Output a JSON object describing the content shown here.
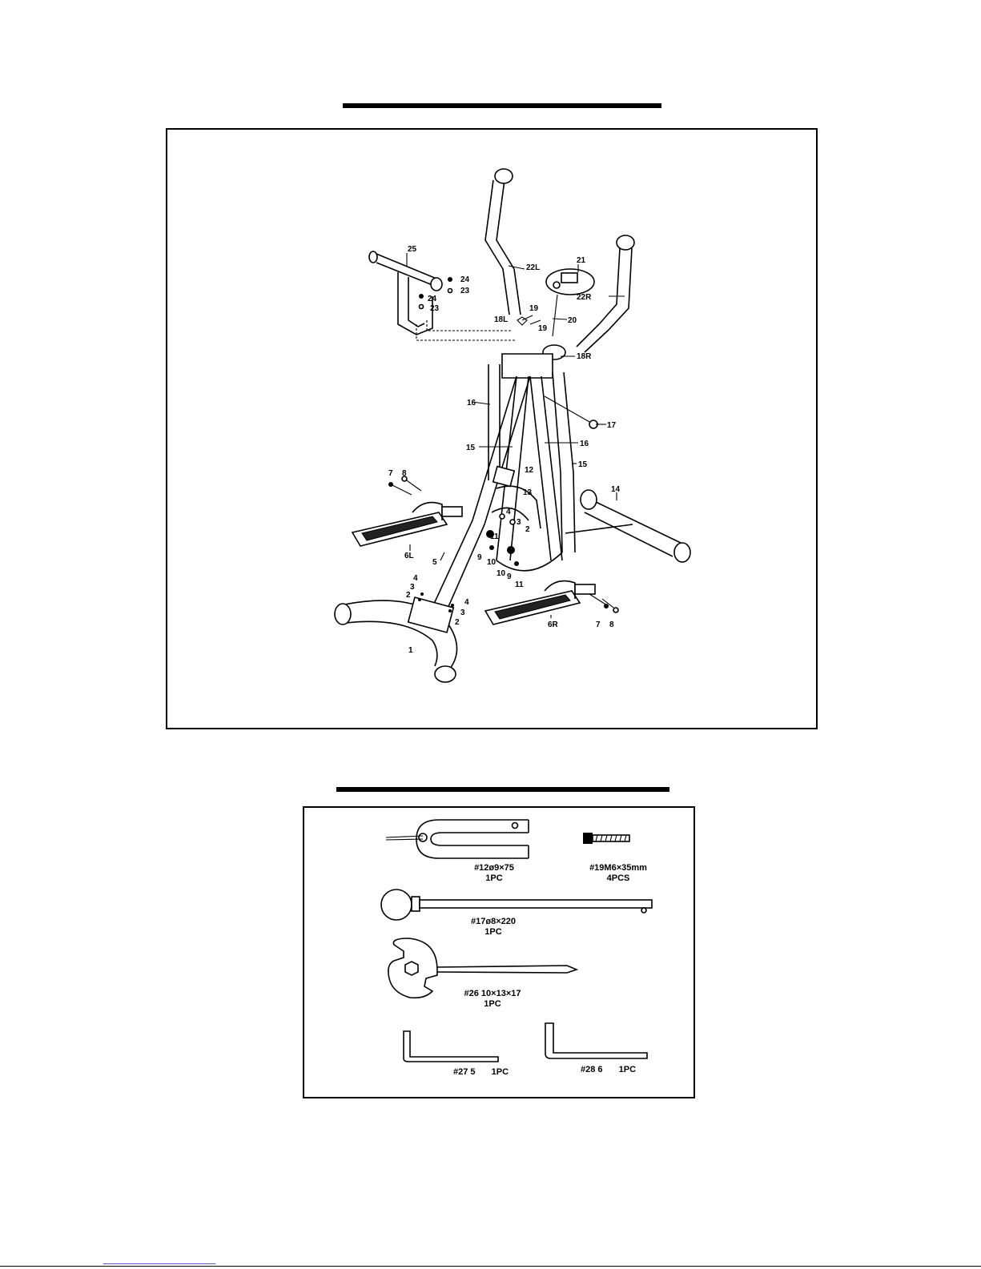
{
  "exploded_view": {
    "callouts": {
      "p1": "1",
      "p2a": "2",
      "p2b": "2",
      "p2c": "2",
      "p3a": "3",
      "p3b": "3",
      "p3c": "3",
      "p4a": "4",
      "p4b": "4",
      "p4c": "4",
      "p5": "5",
      "p6L": "6L",
      "p6R": "6R",
      "p7a": "7",
      "p7b": "7",
      "p8a": "8",
      "p8b": "8",
      "p9a": "9",
      "p9b": "9",
      "p10a": "10",
      "p10b": "10",
      "p11a": "11",
      "p11b": "11",
      "p12": "12",
      "p13": "13",
      "p14": "14",
      "p15a": "15",
      "p15b": "15",
      "p16a": "16",
      "p16b": "16",
      "p17": "17",
      "p18L": "18L",
      "p18R": "18R",
      "p19a": "19",
      "p19b": "19",
      "p20": "20",
      "p21": "21",
      "p22L": "22L",
      "p22R": "22R",
      "p23a": "23",
      "p23b": "23",
      "p24a": "24",
      "p24b": "24",
      "p25": "25"
    }
  },
  "hardware": {
    "items": [
      {
        "id": "h12",
        "spec": "#12ø9×75",
        "qty": "1PC"
      },
      {
        "id": "h19",
        "spec": "#19M6×35mm",
        "qty": "4PCS"
      },
      {
        "id": "h17",
        "spec": "#17ø8×220",
        "qty": "1PC"
      },
      {
        "id": "h26",
        "spec": "#26 10×13×17",
        "qty": "1PC"
      },
      {
        "id": "h27",
        "spec": "#27 5",
        "qty": "1PC"
      },
      {
        "id": "h28",
        "spec": "#28 6",
        "qty": "1PC"
      }
    ]
  }
}
